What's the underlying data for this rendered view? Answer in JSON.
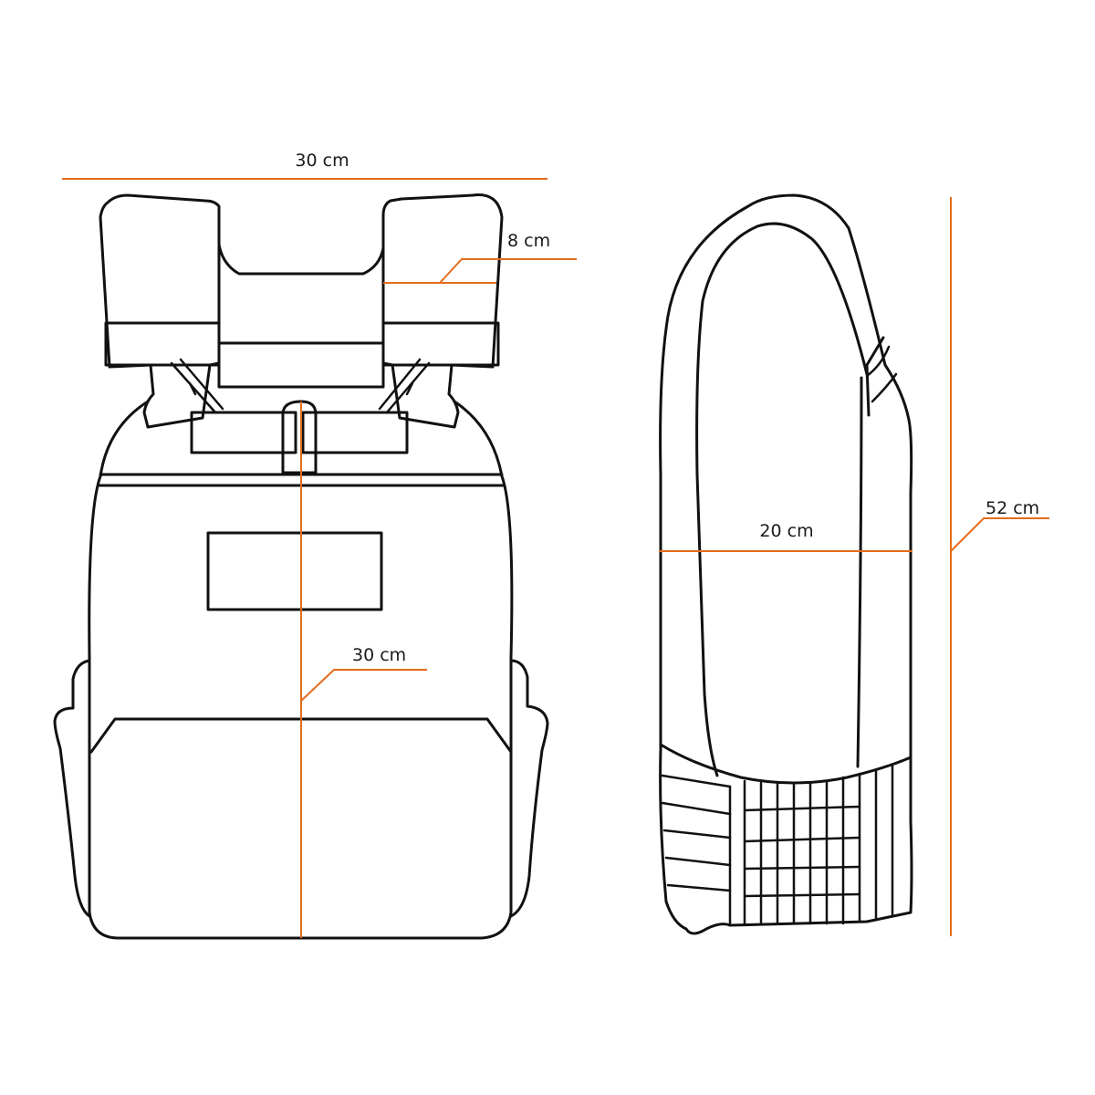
{
  "colors": {
    "outline": "#111111",
    "dimension_line": "#e36c1c",
    "background": "#ffffff"
  },
  "views": {
    "front": {
      "width_label": "30 cm",
      "strap_label": "8 cm",
      "height_label": "30 cm"
    },
    "side": {
      "depth_label": "20 cm",
      "height_label": "52 cm"
    }
  }
}
